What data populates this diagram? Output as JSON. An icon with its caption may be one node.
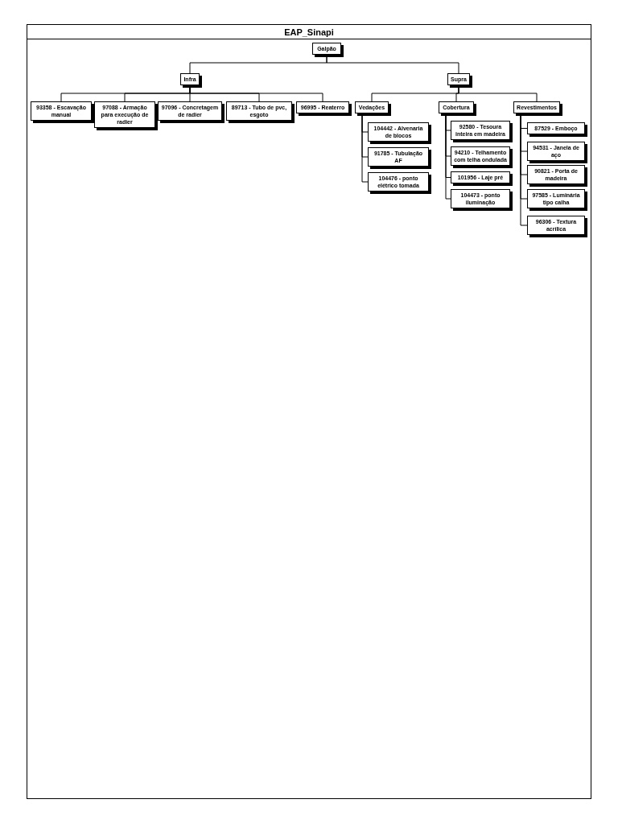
{
  "diagram": {
    "title": "EAP_Sinapi",
    "nodes": [
      {
        "text": [
          "Galpão"
        ]
      },
      {
        "text": [
          "Infra"
        ]
      },
      {
        "text": [
          "Supra"
        ]
      },
      {
        "text": [
          "93358 - Escavação manual"
        ]
      },
      {
        "text": [
          "97088 - Armação para execução de radier"
        ]
      },
      {
        "text": [
          "97096 - Concretagem de radier"
        ]
      },
      {
        "text": [
          "89713 - Tubo de pvc, esgoto"
        ]
      },
      {
        "text": [
          "96995 - Reaterro"
        ]
      },
      {
        "text": [
          "Vedações"
        ]
      },
      {
        "text": [
          "Cobertura"
        ]
      },
      {
        "text": [
          "Revestimentos"
        ]
      },
      {
        "text": [
          "104442 - Alvenaria de blocos"
        ]
      },
      {
        "text": [
          "91785 - Tubulação AF"
        ]
      },
      {
        "text": [
          "104476 - ponto elétrico tomada"
        ]
      },
      {
        "text": [
          "92580 - Tesoura inteira em madeira"
        ]
      },
      {
        "text": [
          "94210 - Telhamento com telha ondulada"
        ]
      },
      {
        "text": [
          "101956 - Laje pré"
        ]
      },
      {
        "text": [
          "104473 - ponto iluminação"
        ]
      },
      {
        "text": [
          "87529 - Emboço"
        ]
      },
      {
        "text": [
          "94531 - Janela de aço"
        ]
      },
      {
        "text": [
          "90821 - Porta de madeira"
        ]
      },
      {
        "text": [
          "97585 - Luminária tipo calha"
        ]
      },
      {
        "text": [
          "96306 - Textura acrílica"
        ]
      }
    ],
    "edges": [
      {
        "from": 0,
        "to": 1,
        "arrow": "none"
      },
      {
        "from": 0,
        "to": 2,
        "arrow": "none"
      },
      {
        "from": 1,
        "to": 3,
        "arrow": "none"
      },
      {
        "from": 1,
        "to": 4,
        "arrow": "none"
      },
      {
        "from": 1,
        "to": 5,
        "arrow": "none"
      },
      {
        "from": 1,
        "to": 6,
        "arrow": "none"
      },
      {
        "from": 1,
        "to": 7,
        "arrow": "none"
      },
      {
        "from": 2,
        "to": 8,
        "arrow": "none"
      },
      {
        "from": 2,
        "to": 9,
        "arrow": "none"
      },
      {
        "from": 2,
        "to": 10,
        "arrow": "none"
      },
      {
        "from": 8,
        "to": 11,
        "arrow": "none"
      },
      {
        "from": 8,
        "to": 12,
        "arrow": "none"
      },
      {
        "from": 8,
        "to": 13,
        "arrow": "none"
      },
      {
        "from": 9,
        "to": 14,
        "arrow": "none"
      },
      {
        "from": 9,
        "to": 15,
        "arrow": "none"
      },
      {
        "from": 9,
        "to": 16,
        "arrow": "none"
      },
      {
        "from": 9,
        "to": 17,
        "arrow": "none"
      },
      {
        "from": 10,
        "to": 18,
        "arrow": "none"
      },
      {
        "from": 10,
        "to": 19,
        "arrow": "none"
      },
      {
        "from": 10,
        "to": 20,
        "arrow": "none"
      },
      {
        "from": 10,
        "to": 21,
        "arrow": "none"
      },
      {
        "from": 10,
        "to": 22,
        "arrow": "none"
      }
    ]
  }
}
